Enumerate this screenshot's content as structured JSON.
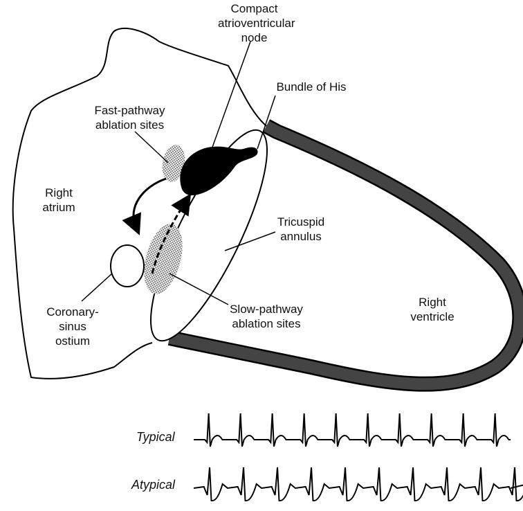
{
  "labels": {
    "compact_av_node": "Compact\natrioventricular\nnode",
    "bundle_of_his": "Bundle of His",
    "fast_pathway": "Fast-pathway\nablation sites",
    "right_atrium": "Right\natrium",
    "tricuspid_annulus": "Tricuspid\nannulus",
    "coronary_sinus": "Coronary-\nsinus\nostium",
    "slow_pathway": "Slow-pathway\nablation sites",
    "right_ventricle": "Right\nventricle"
  },
  "ecg": {
    "typical_label": "Typical",
    "atypical_label": "Atypical"
  },
  "colors": {
    "outline": "#000000",
    "ventricle_wall": "#444444",
    "ablation_hatch": "#555555"
  }
}
